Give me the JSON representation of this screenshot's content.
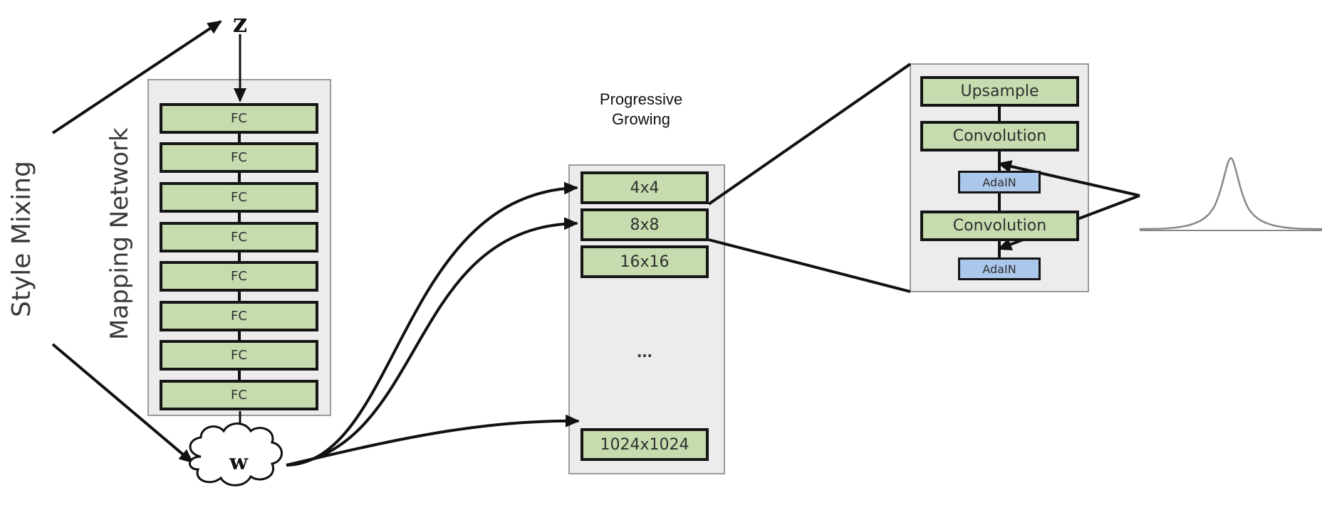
{
  "labels": {
    "style_mixing": "Style Mixing",
    "mapping_network": "Mapping Network",
    "z": "z",
    "w": "w",
    "progressive_growing_line1": "Progressive",
    "progressive_growing_line2": "Growing",
    "ellipsis": "..."
  },
  "mapping_layers": [
    "FC",
    "FC",
    "FC",
    "FC",
    "FC",
    "FC",
    "FC",
    "FC"
  ],
  "resolutions": [
    "4x4",
    "8x8",
    "16x16",
    "1024x1024"
  ],
  "generator_block": {
    "upsample": "Upsample",
    "convolution_1": "Convolution",
    "adain_1": "AdaIN",
    "convolution_2": "Convolution",
    "adain_2": "AdaIN"
  },
  "colors": {
    "layer_green": "#c6dcaf",
    "adain_blue": "#abc7ea",
    "panel_gray": "#ececec"
  }
}
